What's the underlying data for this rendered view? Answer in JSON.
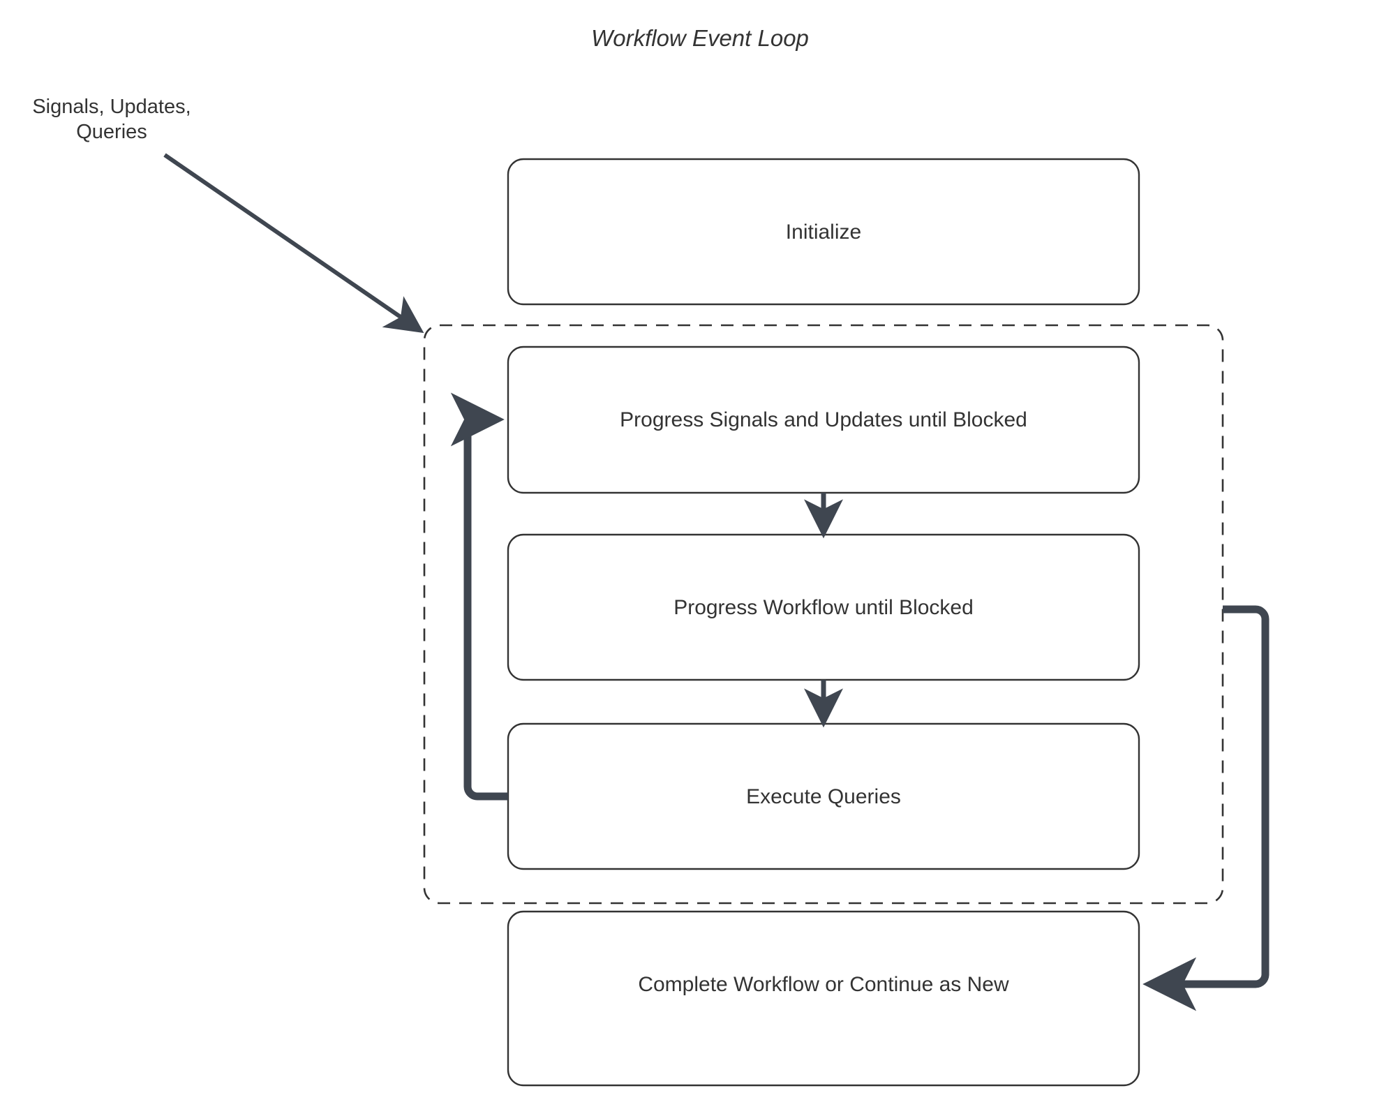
{
  "diagram": {
    "title": "Workflow Event Loop",
    "type": "flowchart",
    "colors": {
      "background": "#ffffff",
      "node_border": "#333333",
      "node_fill": "#ffffff",
      "text": "#333333",
      "connector": "#3f4650",
      "group_border": "#333333"
    },
    "edge_labels": [
      {
        "name": "signals-updates-queries",
        "line1": "Signals, Updates,",
        "line2": "Queries"
      }
    ],
    "group": {
      "name": "event-loop-group",
      "style": "dashed",
      "label": ""
    },
    "nodes": [
      {
        "id": "initialize",
        "label": "Initialize"
      },
      {
        "id": "progress-signals",
        "label": "Progress Signals and Updates until Blocked"
      },
      {
        "id": "progress-workflow",
        "label": "Progress Workflow until Blocked"
      },
      {
        "id": "execute-queries",
        "label": "Execute Queries"
      },
      {
        "id": "complete-workflow",
        "label": "Complete Workflow or Continue as New"
      }
    ],
    "edges": [
      {
        "from": "signals-updates-queries",
        "to": "event-loop-group",
        "style": "thin-arrow"
      },
      {
        "from": "progress-signals",
        "to": "progress-workflow",
        "style": "arrow"
      },
      {
        "from": "progress-workflow",
        "to": "execute-queries",
        "style": "arrow"
      },
      {
        "from": "execute-queries",
        "to": "progress-signals",
        "style": "loop-back-arrow"
      },
      {
        "from": "event-loop-group",
        "to": "complete-workflow",
        "style": "arrow"
      }
    ]
  }
}
